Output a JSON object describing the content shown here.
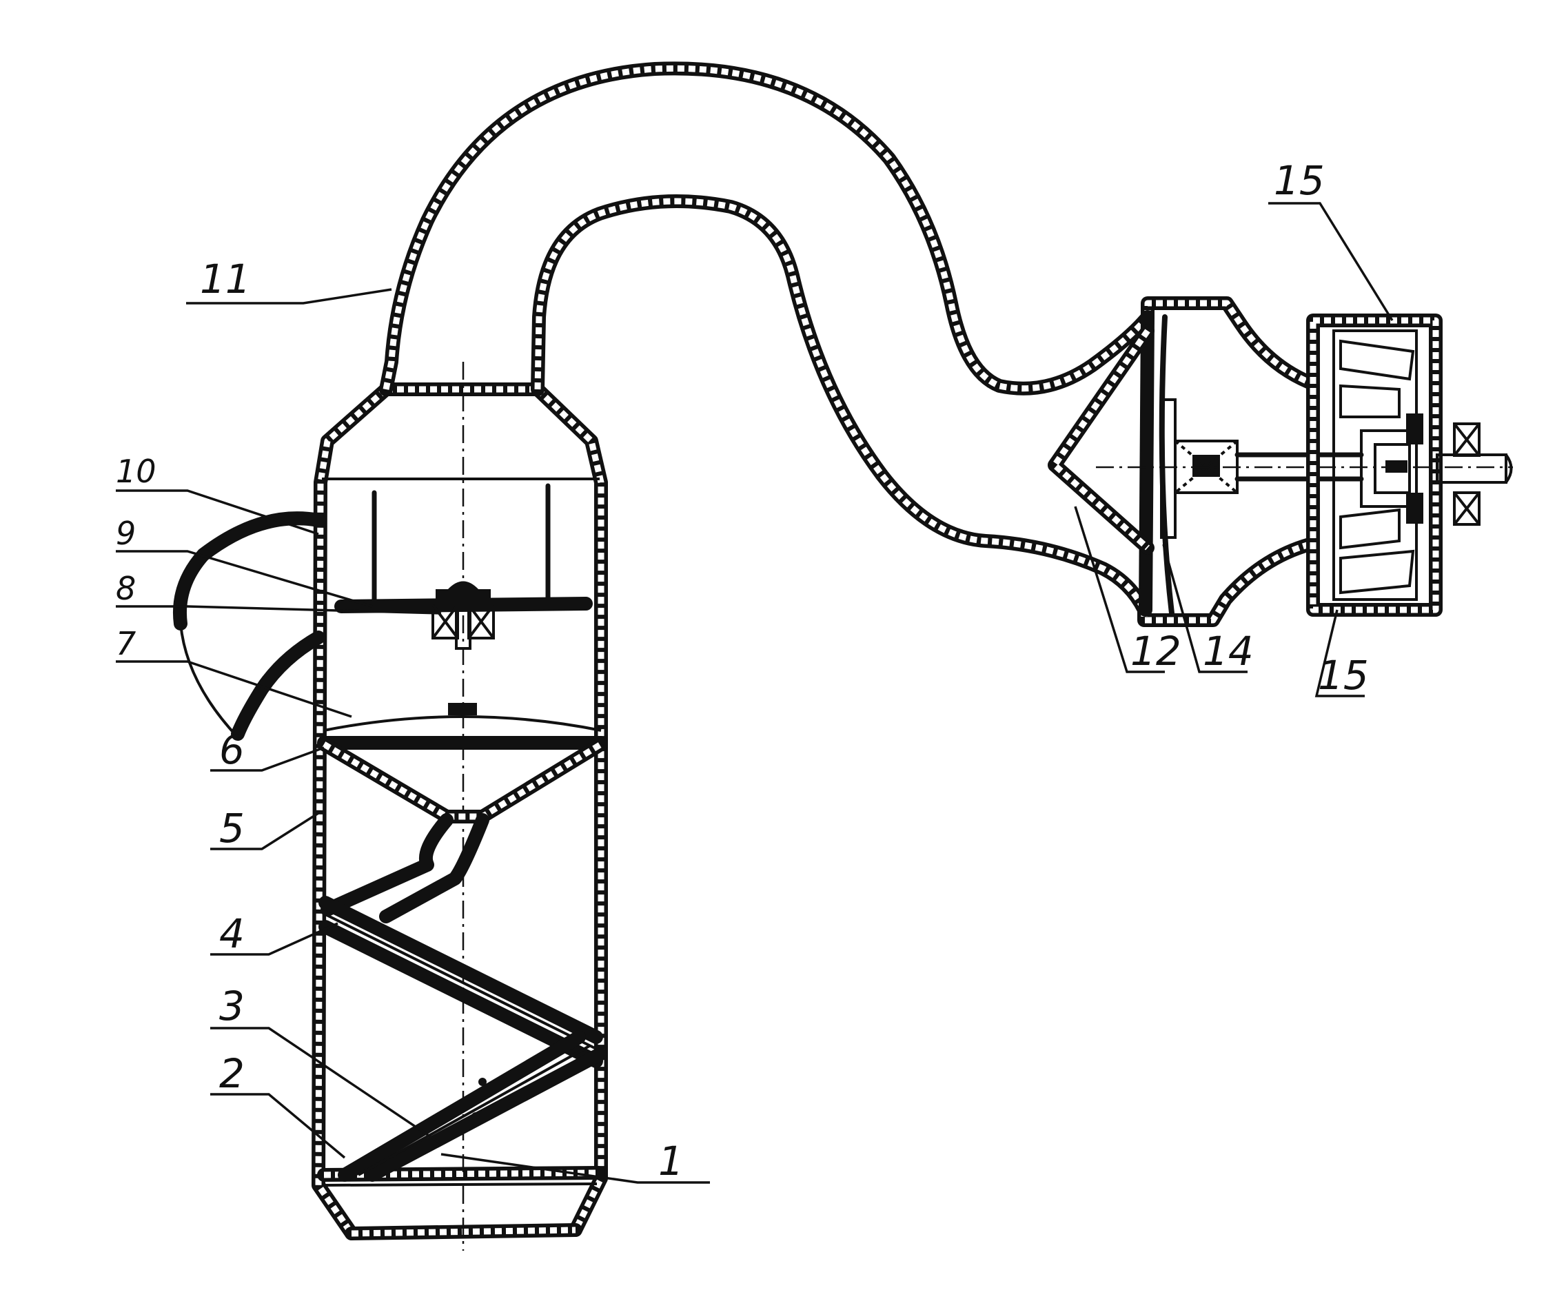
{
  "colors": {
    "ink": "#111111",
    "paper": "#ffffff"
  },
  "labels": {
    "l1": "1",
    "l2": "2",
    "l3": "3",
    "l4": "4",
    "l5": "5",
    "l6": "6",
    "l7": "7",
    "l8": "8",
    "l9": "9",
    "l10": "10",
    "l11": "11",
    "l12": "12",
    "l14": "14",
    "l15_top": "15",
    "l15_bottom": "15"
  }
}
